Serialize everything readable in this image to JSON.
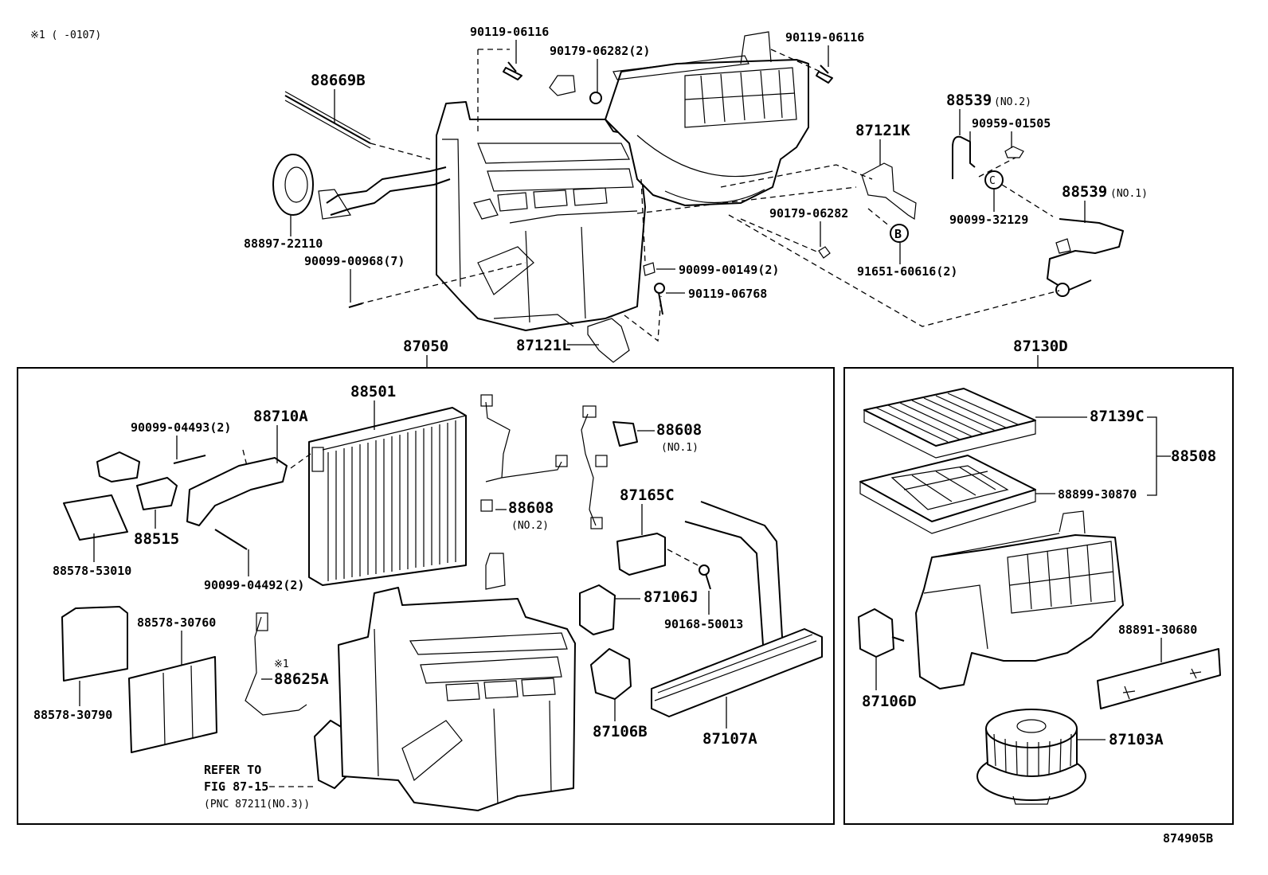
{
  "note_top_left": "※1 (     -0107)",
  "figure_id": "874905B",
  "refer_note": {
    "line1": "REFER TO",
    "line2": "FIG 87-15",
    "line3": "(PNC 87211(NO.3))"
  },
  "mark_B": "B",
  "mark_C": "C",
  "groups": {
    "left_group": "87050",
    "right_group": "87130D"
  },
  "labels": {
    "p90119_06116_a": "90119-06116",
    "p90179_06282_2": "90179-06282(2)",
    "p90119_06116_b": "90119-06116",
    "p88669B": "88669B",
    "p88539_no2": "88539",
    "p88539_no2_suffix": "(NO.2)",
    "p90959_01505": "90959-01505",
    "p87121K": "87121K",
    "p88539_no1": "88539",
    "p88539_no1_suffix": "(NO.1)",
    "p90099_32129": "90099-32129",
    "p88897_22110": "88897-22110",
    "p90099_00968_7": "90099-00968(7)",
    "p90179_06282": "90179-06282",
    "p91651_60616_2": "91651-60616(2)",
    "p90099_00149_2": "90099-00149(2)",
    "p90119_06768": "90119-06768",
    "p87121L": "87121L",
    "p88501": "88501",
    "p88710A": "88710A",
    "p90099_04493_2": "90099-04493(2)",
    "p88608_no1": "88608",
    "p88608_no1_suffix": "(NO.1)",
    "p88608_no2": "88608",
    "p88608_no2_suffix": "(NO.2)",
    "p87165C": "87165C",
    "p88515": "88515",
    "p88578_53010": "88578-53010",
    "p90099_04492_2": "90099-04492(2)",
    "p87106J": "87106J",
    "p90168_50013": "90168-50013",
    "p88578_30760": "88578-30760",
    "p88578_30790": "88578-30790",
    "p88625A_mark": "※1",
    "p88625A": "88625A",
    "p87106B": "87106B",
    "p87107A": "87107A",
    "p87139C": "87139C",
    "p88508": "88508",
    "p88899_30870": "88899-30870",
    "p88891_30680": "88891-30680",
    "p87106D": "87106D",
    "p87103A": "87103A"
  }
}
